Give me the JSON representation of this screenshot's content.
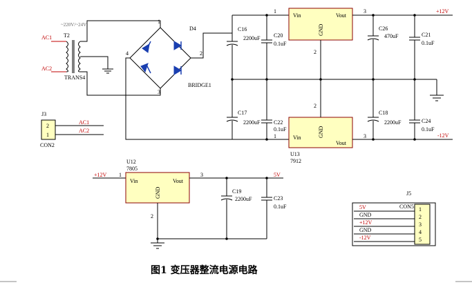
{
  "caption": "图1   变压器整流电源电路",
  "transformer": {
    "ref": "T2",
    "part": "TRANS4",
    "rating": "~220V/~24V",
    "ac1": "AC1",
    "ac2": "AC2"
  },
  "bridge": {
    "ref": "D4",
    "part": "BRIDGE1",
    "pins": [
      "1",
      "2",
      "3",
      "4"
    ]
  },
  "upper_reg": {
    "vin": "Vin",
    "gnd": "GND",
    "vout": "Vout",
    "pin_in": "1",
    "pin_gnd": "2",
    "pin_out": "3",
    "output": "+12V"
  },
  "lower_reg": {
    "ref": "U13",
    "part": "7912",
    "vin": "Vin",
    "gnd": "GND",
    "vout": "Vout",
    "pin_in": "1",
    "pin_gnd": "2",
    "pin_out": "3",
    "output": "-12V"
  },
  "reg_5v": {
    "ref": "U12",
    "part": "7805",
    "vin": "Vin",
    "gnd": "GND",
    "vout": "Vout",
    "pin_in": "1",
    "pin_gnd": "2",
    "pin_out": "3",
    "input": "+12V",
    "output": "5V"
  },
  "capacitors": {
    "c16": {
      "ref": "C16",
      "value": "2200uF"
    },
    "c20": {
      "ref": "C20",
      "value": "0.1uF"
    },
    "c26": {
      "ref": "C26",
      "value": "470uF"
    },
    "c21": {
      "ref": "C21",
      "value": "0.1uF"
    },
    "c17": {
      "ref": "C17",
      "value": "2200uF"
    },
    "c22": {
      "ref": "C22",
      "value": "0.1uF"
    },
    "c18": {
      "ref": "C18",
      "value": "2200uF"
    },
    "c24": {
      "ref": "C24",
      "value": "0.1uF"
    },
    "c19": {
      "ref": "C19",
      "value": "2200uF"
    },
    "c23": {
      "ref": "C23",
      "value": "0.1uF"
    }
  },
  "connector_j3": {
    "ref": "J3",
    "part": "CON2",
    "pins": [
      "2",
      "1"
    ],
    "nets": [
      "AC1",
      "AC2"
    ]
  },
  "connector_j5": {
    "ref": "J5",
    "part": "CON5",
    "pins": [
      "1",
      "2",
      "3",
      "4",
      "5"
    ],
    "nets": [
      "5V",
      "GND",
      "+12V",
      "GND",
      "-12V"
    ]
  }
}
